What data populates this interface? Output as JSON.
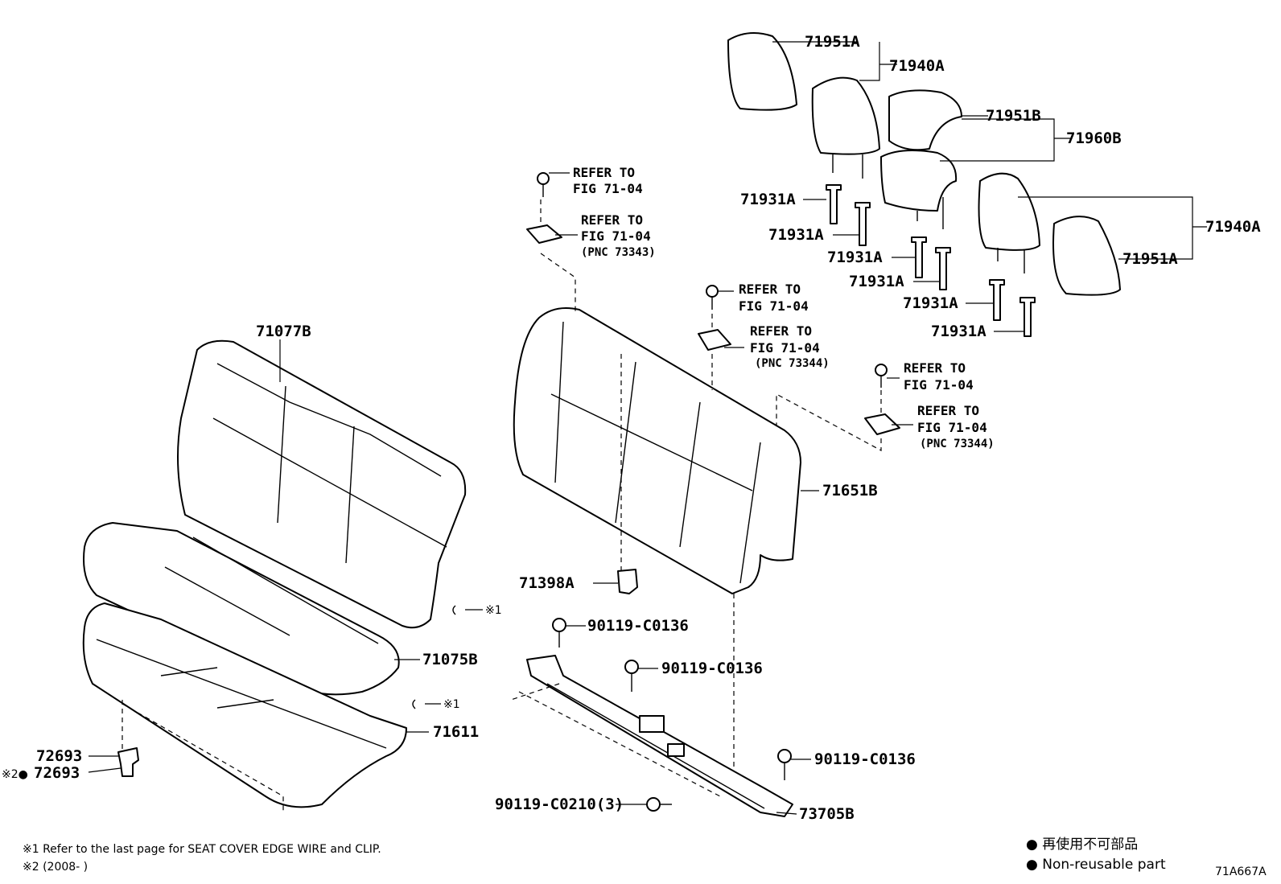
{
  "parts": {
    "p71951A_top": "71951A",
    "p71940A_top": "71940A",
    "p71951B": "71951B",
    "p71960B": "71960B",
    "p71940A_right": "71940A",
    "p71951A_right": "71951A",
    "p71931A_1": "71931A",
    "p71931A_2": "71931A",
    "p71931A_3": "71931A",
    "p71931A_4": "71931A",
    "p71931A_5": "71931A",
    "p71931A_6": "71931A",
    "p71077B": "71077B",
    "p71075B": "71075B",
    "p71611": "71611",
    "p72693": "72693",
    "p72693_b": "72693",
    "p71651B": "71651B",
    "p71398A": "71398A",
    "p90119_C0136_1": "90119-C0136",
    "p90119_C0136_2": "90119-C0136",
    "p90119_C0136_3": "90119-C0136",
    "p90119_C0210": "90119-C0210(3)",
    "p73705B": "73705B"
  },
  "refs": {
    "r1_line1": "REFER TO",
    "r1_line2": "FIG 71-04",
    "r2_line1": "REFER TO",
    "r2_line2": "FIG 71-04",
    "r2_pnc": "(PNC 73343)",
    "r3_line1": "REFER TO",
    "r3_line2": "FIG 71-04",
    "r4_line1": "REFER TO",
    "r4_line2": "FIG 71-04",
    "r4_pnc": "(PNC 73344)",
    "r5_line1": "REFER TO",
    "r5_line2": "FIG 71-04",
    "r6_line1": "REFER TO",
    "r6_line2": "FIG 71-04",
    "r6_pnc": "(PNC 73344)"
  },
  "marks": {
    "m1a": "※1",
    "m1b": "※1",
    "m2": "※2●"
  },
  "notes": {
    "note1": "※1  Refer to the last page for SEAT COVER EDGE WIRE and CLIP.",
    "note2": "※2 (2008-      )"
  },
  "legend": {
    "jp": "● 再使用不可部品",
    "en": "● Non-reusable part"
  },
  "figure_id": "71A667A"
}
